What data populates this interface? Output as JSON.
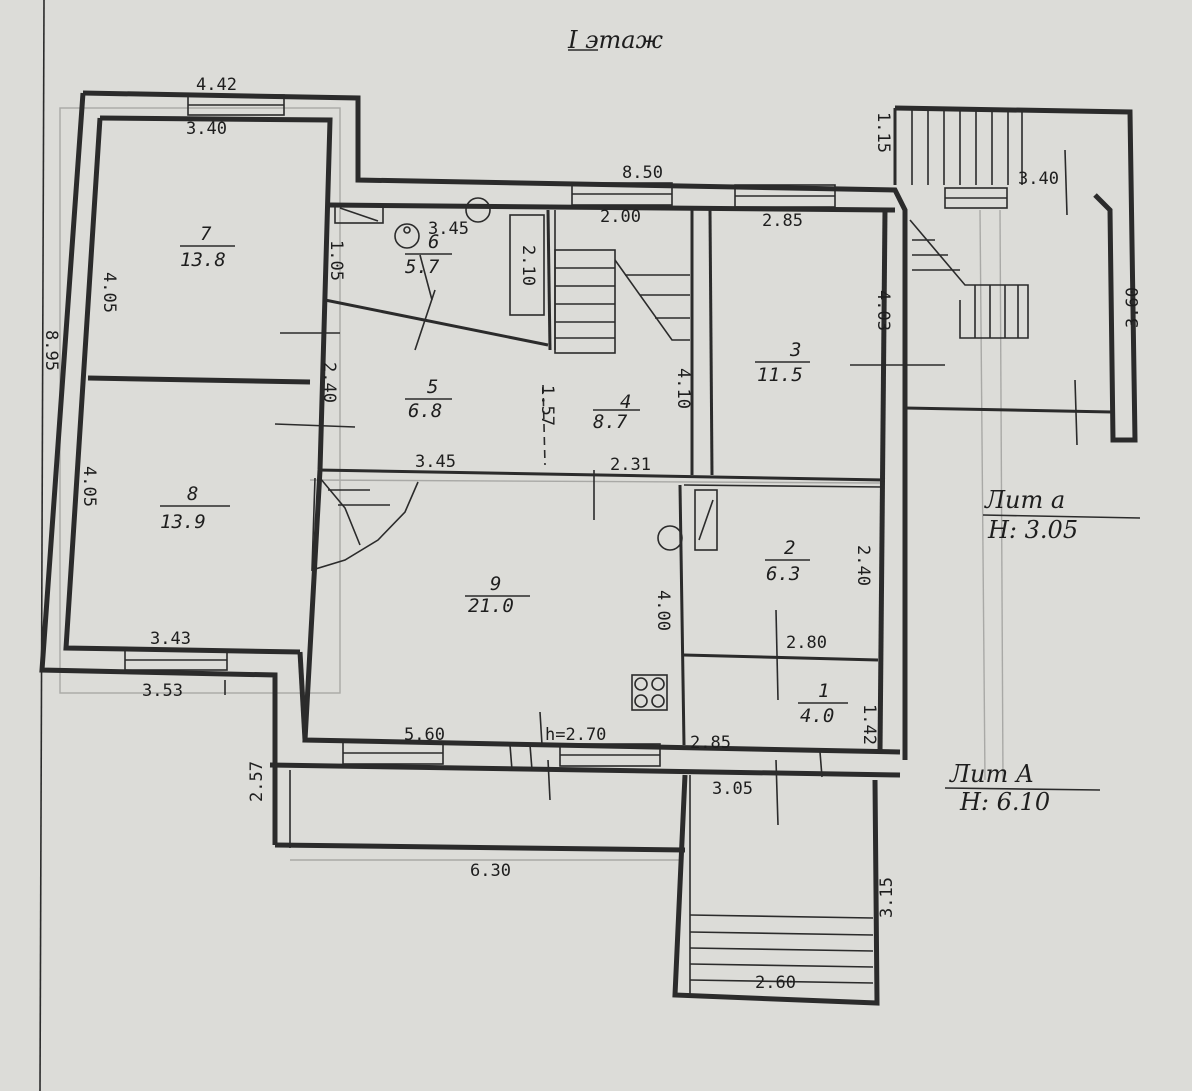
{
  "title": "I этаж",
  "rooms": [
    {
      "no": "1",
      "area": "4.0"
    },
    {
      "no": "2",
      "area": "6.3"
    },
    {
      "no": "3",
      "area": "11.5"
    },
    {
      "no": "4",
      "area": "8.7"
    },
    {
      "no": "5",
      "area": "6.8"
    },
    {
      "no": "6",
      "area": "5.7"
    },
    {
      "no": "7",
      "area": "13.8"
    },
    {
      "no": "8",
      "area": "13.9"
    },
    {
      "no": "9",
      "area": "21.0"
    }
  ],
  "dims": {
    "d442": "4.42",
    "d340": "3.40",
    "d405a": "4.05",
    "d105": "1.05",
    "d345a": "3.45",
    "d210": "2.10",
    "d850": "8.50",
    "d200": "2.00",
    "d285a": "2.85",
    "d403": "4.03",
    "d115": "1.15",
    "d340b": "3.40",
    "d360": "3.60",
    "d895": "8.95",
    "d240a": "2.40",
    "d157": "1.57",
    "d410": "4.10",
    "d345b": "3.45",
    "d231": "2.31",
    "d405b": "4.05",
    "d400": "4.00",
    "d240b": "2.40",
    "d280": "2.80",
    "d142": "1.42",
    "d343": "3.43",
    "d353": "3.53",
    "d257": "2.57",
    "d560": "5.60",
    "dh270": "h=2.70",
    "d285b": "2.85",
    "d305": "3.05",
    "d630": "6.30",
    "d315": "3.15",
    "d260": "2.60"
  },
  "lit_a_small": {
    "name": "Лит а",
    "height": "H: 3.05"
  },
  "lit_a_big": {
    "name": "Лит А",
    "height": "H: 6.10"
  }
}
